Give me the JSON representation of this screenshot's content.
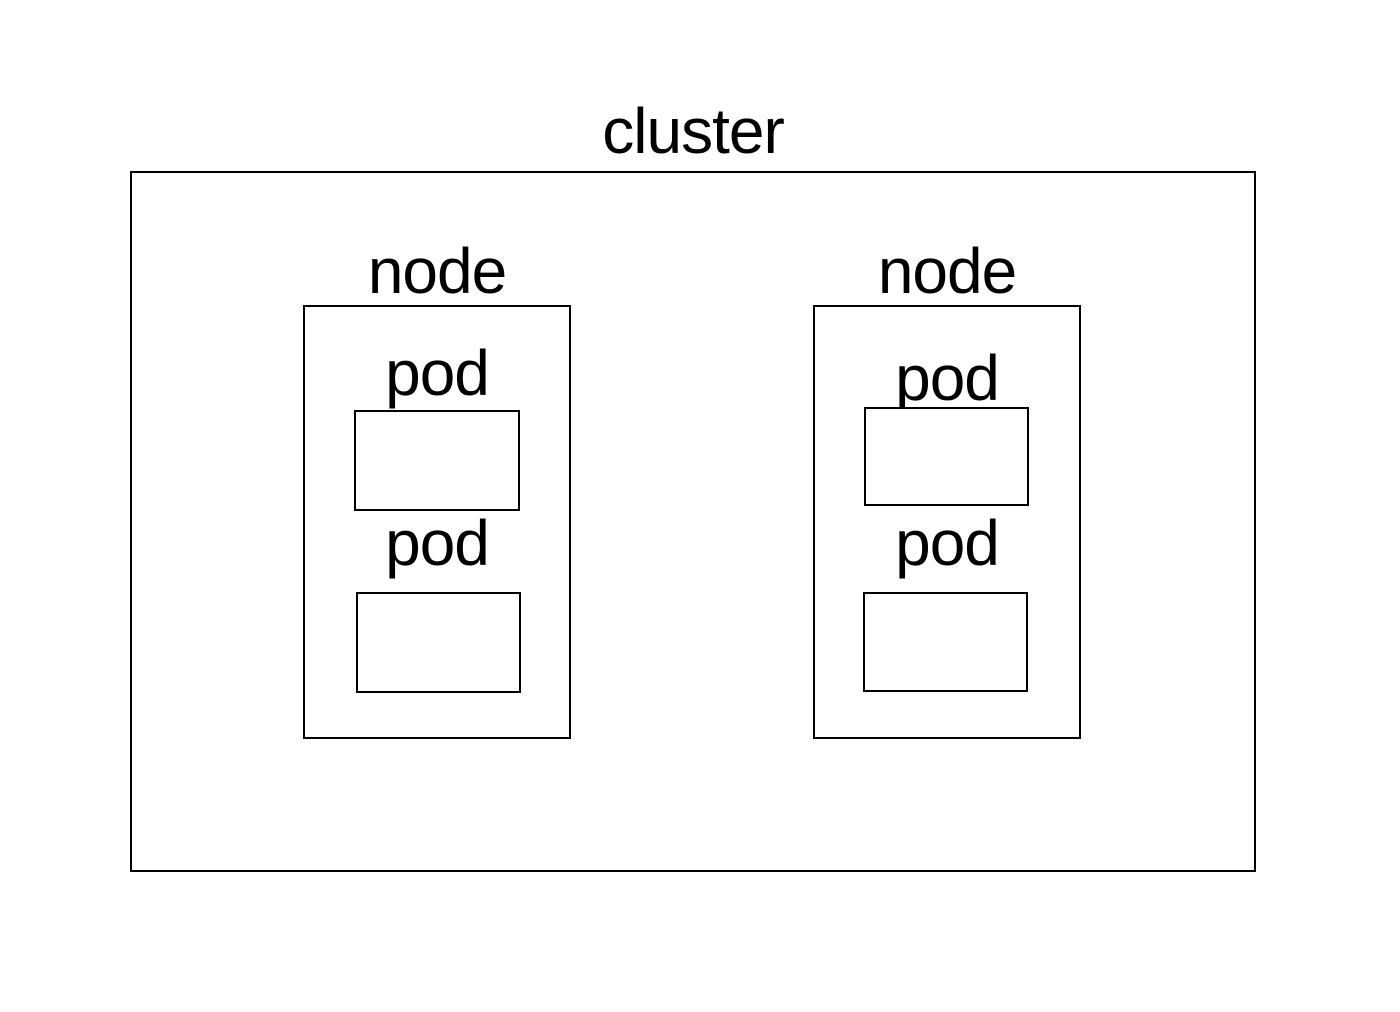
{
  "diagram": {
    "title": "cluster",
    "colors": {
      "stroke": "#000000",
      "text": "#000000",
      "background": "#ffffff"
    },
    "nodes": [
      {
        "label": "node",
        "pods": [
          {
            "label": "pod"
          },
          {
            "label": "pod"
          }
        ]
      },
      {
        "label": "node",
        "pods": [
          {
            "label": "pod"
          },
          {
            "label": "pod"
          }
        ]
      }
    ]
  }
}
